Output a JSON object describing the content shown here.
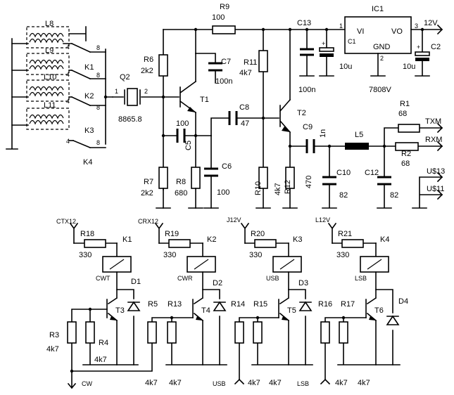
{
  "ic": {
    "ref": "IC1",
    "pin_vi": "VI",
    "pin_vo": "VO",
    "pin_gnd": "GND",
    "pin_c1": "C1",
    "pin1": "1",
    "pin2": "2",
    "pin3": "3",
    "part": "7808V"
  },
  "rails": {
    "v12_in": "12V",
    "j12v": "J12V",
    "l12v": "L12V",
    "ctx12": "CTX12",
    "crx12": "CRX12",
    "u13": "U$13",
    "u11": "U$11",
    "txm": "TXM",
    "rxm": "RXM"
  },
  "filters": [
    {
      "ref": "L8",
      "p1": "1",
      "p4": "4",
      "p8": "8"
    },
    {
      "ref": "L9",
      "p1": "1",
      "p4": "4",
      "p8": "8"
    },
    {
      "ref": "L10",
      "p1": "1",
      "p4": "4",
      "p8": "8"
    },
    {
      "ref": "L11",
      "p1": "1",
      "p4": "4",
      "p8": "8"
    }
  ],
  "contacts": {
    "k1": "K1",
    "k2": "K2",
    "k3": "K3",
    "k4": "K4"
  },
  "crystal": {
    "ref": "Q2",
    "value": "8865.8",
    "p1": "1",
    "p2": "2"
  },
  "parts": {
    "r9": {
      "ref": "R9",
      "value": "100"
    },
    "r6": {
      "ref": "R6",
      "value": "2k2"
    },
    "r7": {
      "ref": "R7",
      "value": "2k2"
    },
    "r8": {
      "ref": "R8",
      "value": "680"
    },
    "r11": {
      "ref": "R11",
      "value": "4k7"
    },
    "r10": {
      "ref": "R10",
      "value": "4k7"
    },
    "r12": {
      "ref": "R12",
      "value": "470"
    },
    "r1": {
      "ref": "R1",
      "value": "68"
    },
    "r2": {
      "ref": "R2",
      "value": "68"
    },
    "c13": {
      "ref": "C13"
    },
    "c13a": {
      "value": "100n"
    },
    "c13b": {
      "value": "10u"
    },
    "c2": {
      "ref": "C2",
      "value": "10u"
    },
    "c7": {
      "ref": "C7",
      "value": "100n"
    },
    "c8": {
      "ref": "C8",
      "value": "47"
    },
    "c5": {
      "ref": "C5",
      "value": "100"
    },
    "c6": {
      "ref": "C6",
      "value": "100"
    },
    "c9": {
      "ref": "C9",
      "value": "1n"
    },
    "c10": {
      "ref": "C10",
      "value": "82"
    },
    "c12": {
      "ref": "C12",
      "value": "82"
    },
    "l5": {
      "ref": "L5"
    },
    "t1": {
      "ref": "T1"
    },
    "t2": {
      "ref": "T2"
    }
  },
  "drivers": [
    {
      "rail": "CTX12",
      "rser": "R18",
      "rser_val": "330",
      "relay": "K1",
      "coil_label": "CWT",
      "diode": "D1",
      "transistor": "T3",
      "rb": "R3",
      "rb_val": "4k7",
      "rp": "R4",
      "rp_val": "4k7",
      "rk": "R5",
      "input": "CW",
      "rk_val": "4k7"
    },
    {
      "rail": "CRX12",
      "rser": "R19",
      "rser_val": "330",
      "relay": "K2",
      "coil_label": "CWR",
      "diode": "D2",
      "transistor": "T4",
      "rb": "R13",
      "rb_val": "4k7",
      "input": ""
    },
    {
      "rail": "J12V",
      "rser": "R20",
      "rser_val": "330",
      "relay": "K3",
      "coil_label": "USB",
      "diode": "D3",
      "transistor": "T5",
      "rb": "R14",
      "rb_val": "4k7",
      "rp": "R15",
      "rp_val": "4k7",
      "input": "USB"
    },
    {
      "rail": "L12V",
      "rser": "R21",
      "rser_val": "330",
      "relay": "K4",
      "coil_label": "LSB",
      "diode": "D4",
      "transistor": "T6",
      "rb": "R16",
      "rb_val": "4k7",
      "rp": "R17",
      "rp_val": "4k7",
      "input": "LSB"
    }
  ]
}
